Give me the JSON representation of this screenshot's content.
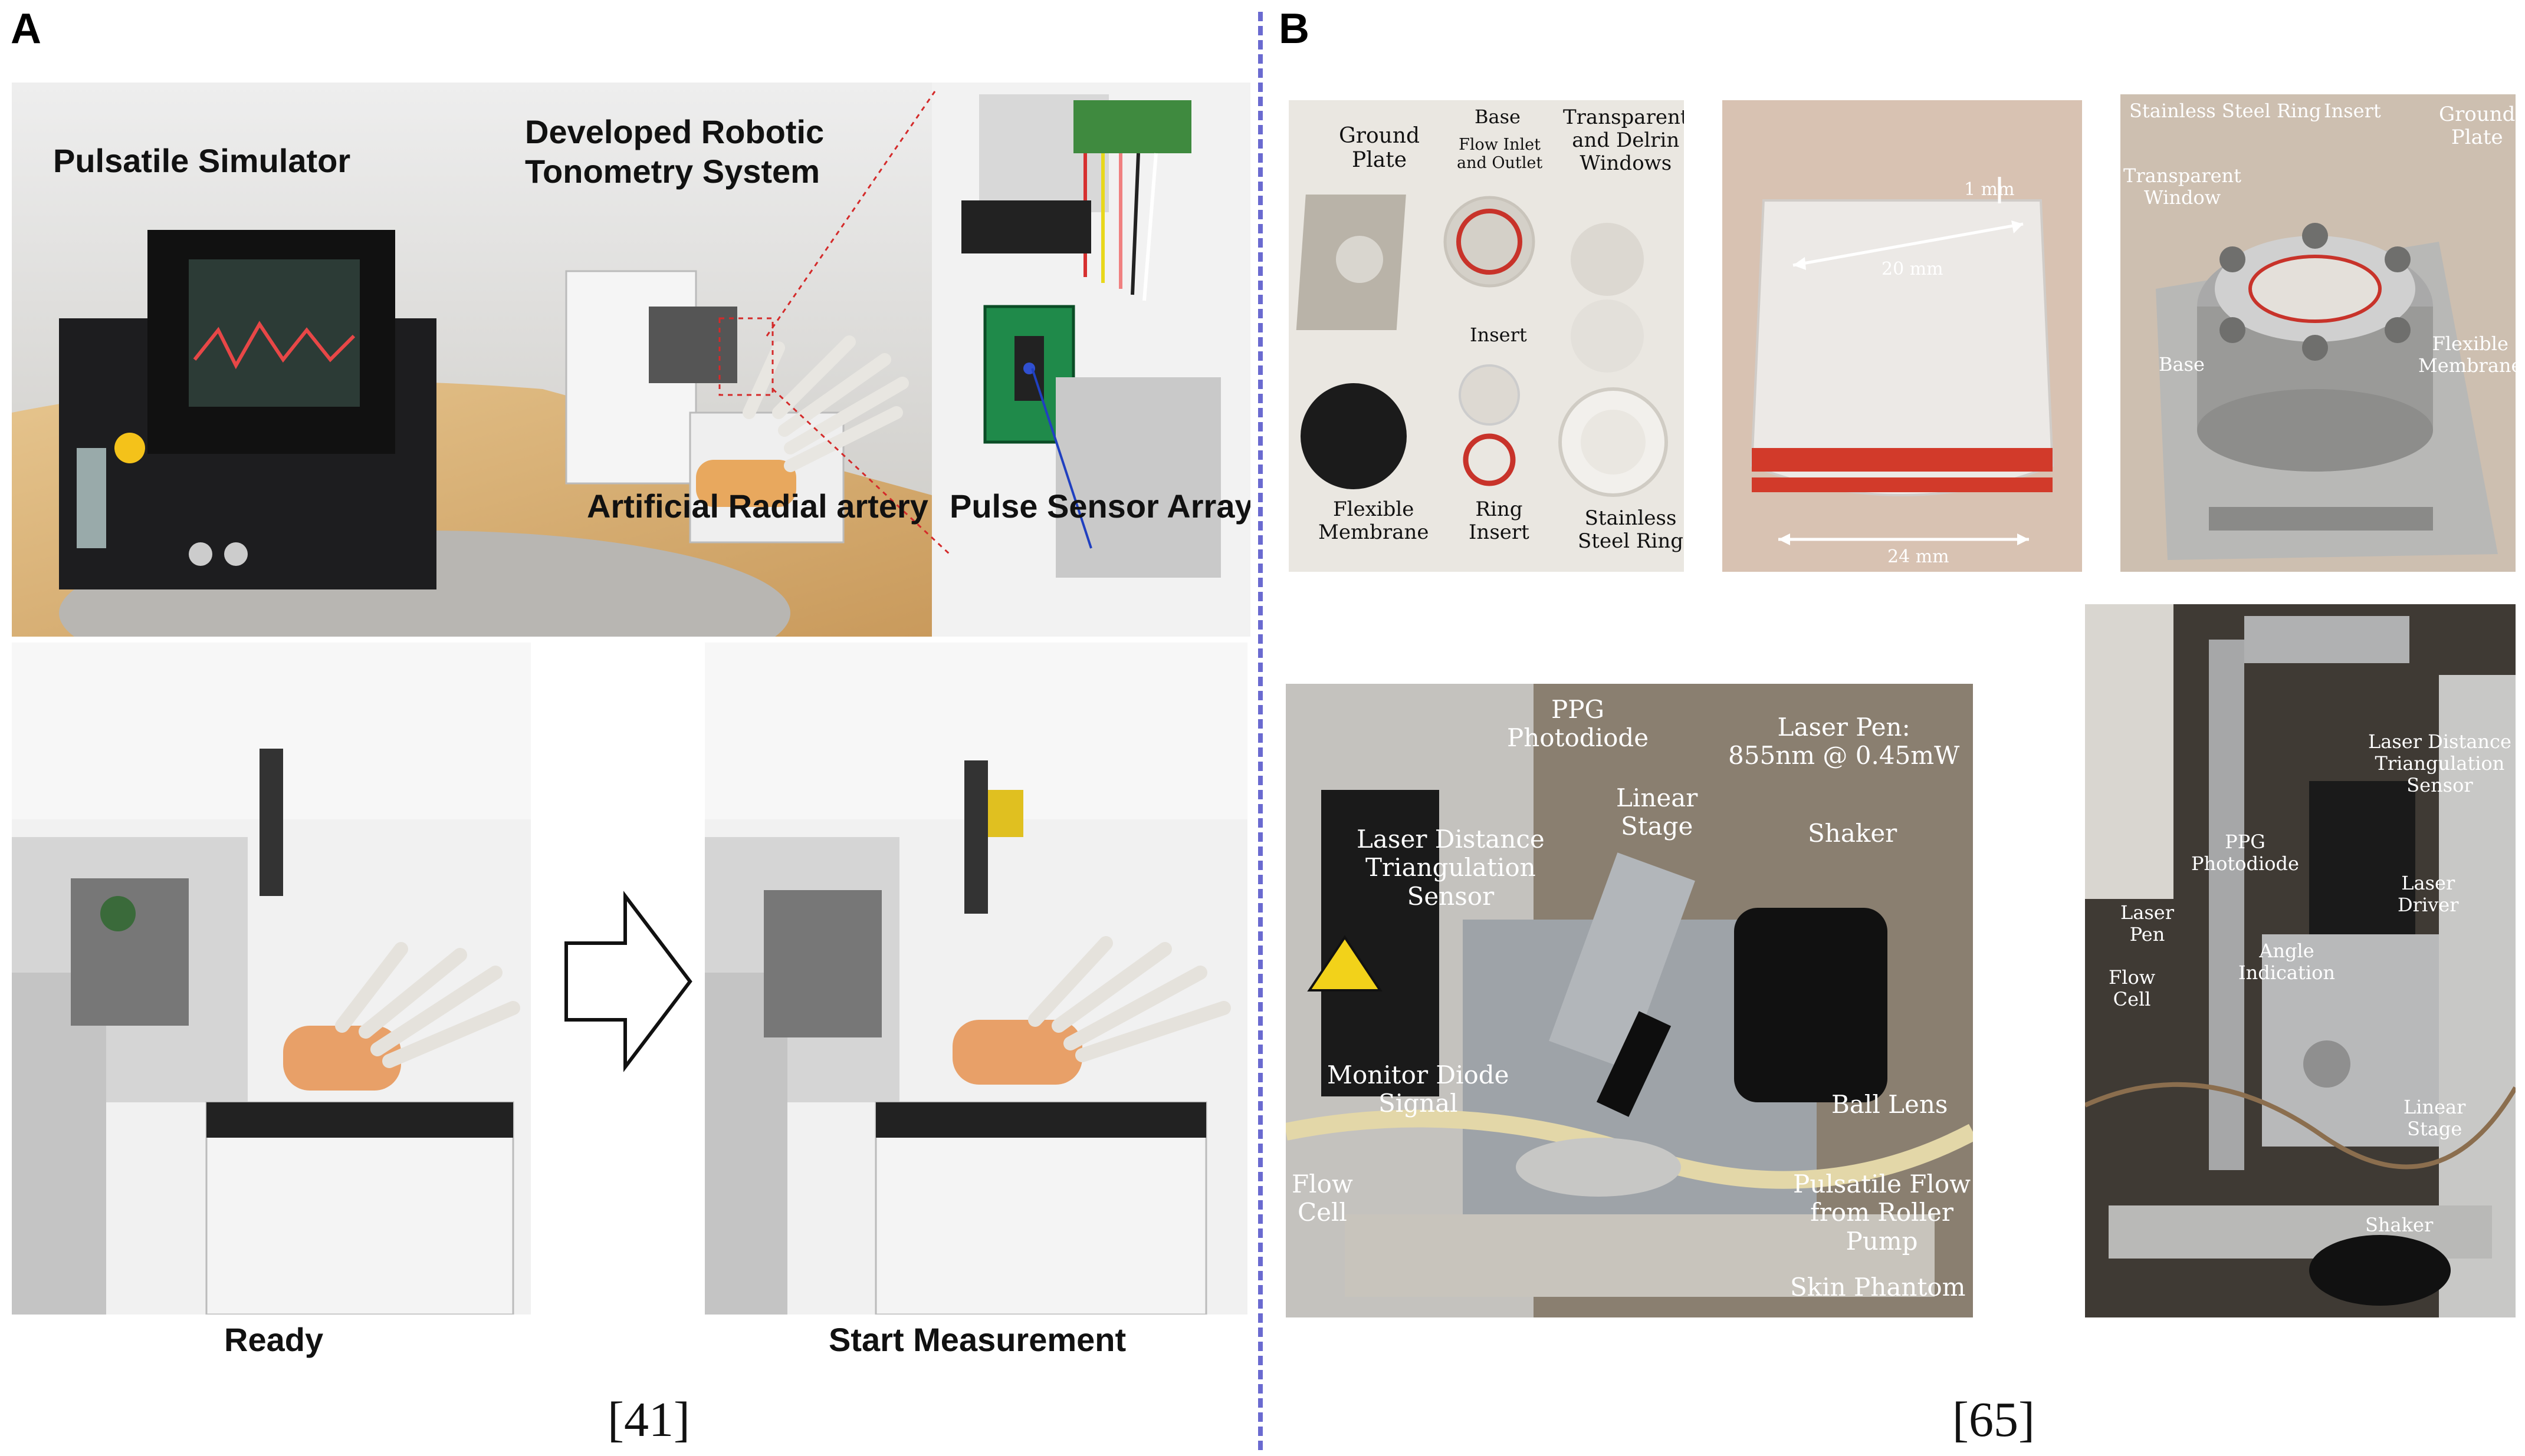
{
  "panels": {
    "a": {
      "letter": "A",
      "citation": "[41]"
    },
    "b": {
      "letter": "B",
      "citation": "[65]"
    }
  },
  "panel_a": {
    "top": {
      "pulsatile_simulator": "Pulsatile Simulator",
      "robotic_system": "Developed Robotic\nTonometry System",
      "artificial_radial_artery": "Artificial Radial artery",
      "pulse_sensor_array": "Pulse Sensor Array"
    },
    "bottom": {
      "ready": "Ready",
      "start_measurement": "Start Measurement"
    }
  },
  "panel_b": {
    "parts": {
      "ground_plate": "Ground\nPlate",
      "base": "Base",
      "flow_inlet_outlet": "Flow Inlet\nand Outlet",
      "windows": "Transparent\nand Delrin\nWindows",
      "insert": "Insert",
      "flexible_membrane": "Flexible\nMembrane",
      "ring_insert": "Ring\nInsert",
      "stainless_steel_ring": "Stainless\nSteel Ring"
    },
    "dimensions": {
      "thickness": "1 mm",
      "inner_diameter": "20 mm",
      "outer_diameter": "24 mm"
    },
    "assembly": {
      "stainless_steel_ring": "Stainless Steel Ring",
      "insert": "Insert",
      "ground_plate": "Ground\nPlate",
      "transparent_window": "Transparent\nWindow",
      "base": "Base",
      "flexible_membrane": "Flexible\nMembrane"
    },
    "setup": {
      "ppg_photodiode": "PPG\nPhotodiode",
      "laser_pen": "Laser Pen:\n855nm @ 0.45mW",
      "linear_stage": "Linear\nStage",
      "shaker": "Shaker",
      "laser_sensor": "Laser Distance\nTriangulation\nSensor",
      "monitor_diode": "Monitor Diode\nSignal",
      "ball_lens": "Ball Lens",
      "flow_cell": "Flow\nCell",
      "pulsatile_flow": "Pulsatile Flow\nfrom Roller\nPump",
      "skin_phantom": "Skin Phantom"
    },
    "side_view": {
      "laser_sensor": "Laser Distance\nTriangulation\nSensor",
      "ppg_photodiode": "PPG\nPhotodiode",
      "laser_driver": "Laser\nDriver",
      "laser_pen": "Laser\nPen",
      "angle_indication": "Angle\nIndication",
      "flow_cell": "Flow\nCell",
      "linear_stage": "Linear\nStage",
      "shaker": "Shaker"
    }
  },
  "colors": {
    "divider": "#6a6ad0",
    "red_ring": "#d23a2a",
    "photo_dark": "#2a2622",
    "photo_light": "#e9e9ec"
  }
}
